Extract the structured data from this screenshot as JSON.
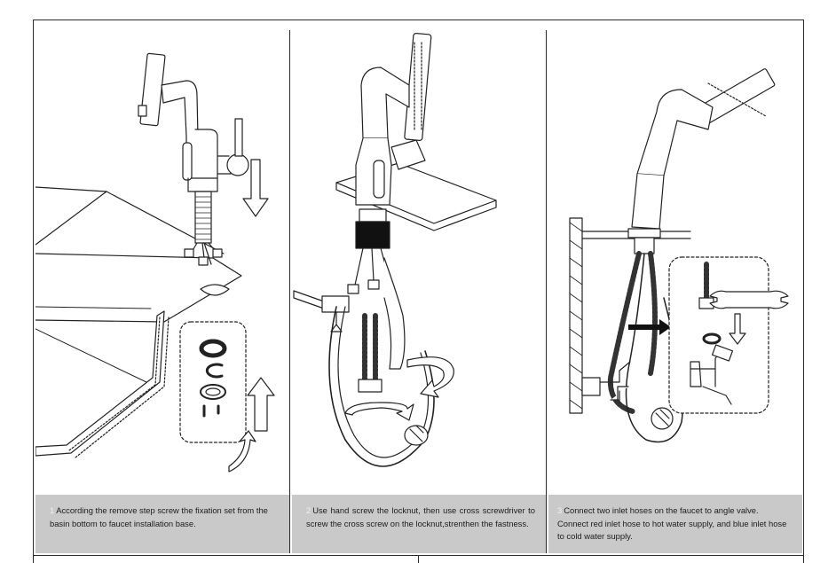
{
  "steps": [
    {
      "number": "1",
      "text": "According the remove step screw the fixation set from the basin bottom to faucet installation base."
    },
    {
      "number": "2",
      "text": "Use hand screw the locknut, then use cross screwdriver to screw the cross screw on the locknut,strenthen the fastness."
    },
    {
      "number": "3",
      "text": "Connect two inlet hoses on the faucet to angle valve. Connect red inlet hose to hot water supply, and blue inlet hose to cold water supply."
    }
  ]
}
